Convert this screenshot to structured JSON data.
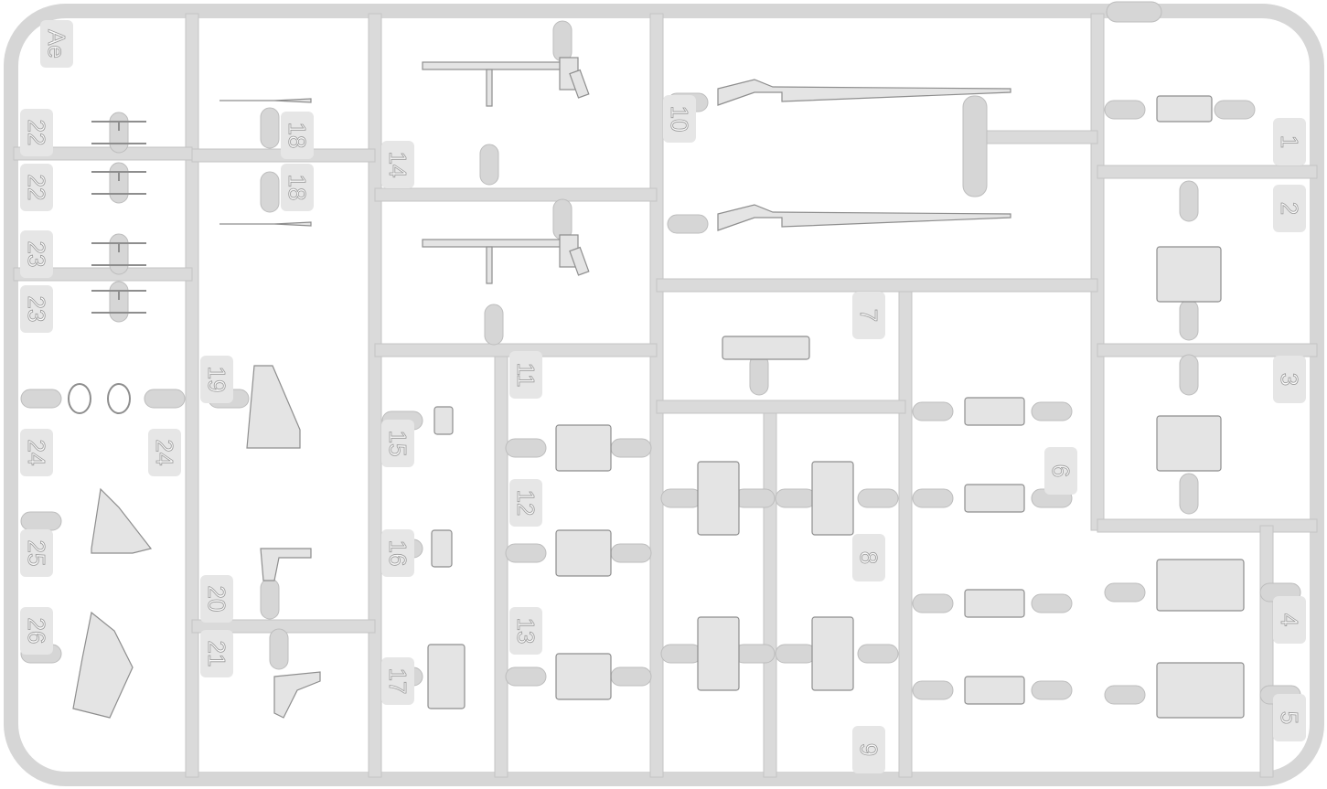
{
  "sprue": {
    "code": "Ae",
    "part_numbers": [
      "22",
      "22",
      "23",
      "23",
      "24",
      "24",
      "25",
      "26",
      "18",
      "18",
      "19",
      "20",
      "21",
      "14",
      "10",
      "1",
      "2",
      "7",
      "11",
      "15",
      "12",
      "16",
      "13",
      "17",
      "6",
      "8",
      "9",
      "3",
      "4",
      "5"
    ]
  },
  "colors": {
    "plastic": "#dadada",
    "background": "#ffffff",
    "outline": "#8e8e8e"
  }
}
